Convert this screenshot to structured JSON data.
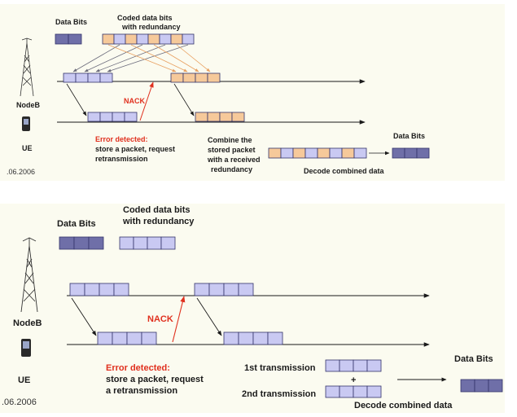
{
  "colors": {
    "data_bits": "#6f6fa8",
    "coded_bits": "#c9c9f2",
    "redundancy": "#f6c99a",
    "arrow_gray": "#6b6b7b",
    "arrow_orange": "#e8a060",
    "nack_red": "#e0301e",
    "cell_border": "#34346a"
  },
  "icons": [
    "antenna-tower-icon",
    "mobile-phone-icon"
  ],
  "top": {
    "data_bits": "Data Bits",
    "coded_line1": "Coded data bits",
    "coded_line2": "with redundancy",
    "nodeb": "NodeB",
    "ue": "UE",
    "date": ".06.2006",
    "nack": "NACK",
    "error_line1": "Error detected:",
    "error_line2": "store  a packet, request",
    "error_line3": "retransmission",
    "combine_line1": "Combine the",
    "combine_line2": "stored packet",
    "combine_line3": "with a received",
    "combine_line4": "redundancy",
    "decode": "Decode combined data",
    "result": "Data Bits"
  },
  "bottom": {
    "data_bits": "Data Bits",
    "coded_line1": "Coded data bits",
    "coded_line2": "with redundancy",
    "nodeb": "NodeB",
    "ue": "UE",
    "date": ".06.2006",
    "nack": "NACK",
    "error_line1": "Error detected:",
    "error_line2": "store  a packet, request",
    "error_line3": "a retransmission",
    "first_tx": "1st transmission",
    "plus": "+",
    "second_tx": "2nd transmission",
    "decode": "Decode combined data",
    "result": "Data Bits"
  }
}
